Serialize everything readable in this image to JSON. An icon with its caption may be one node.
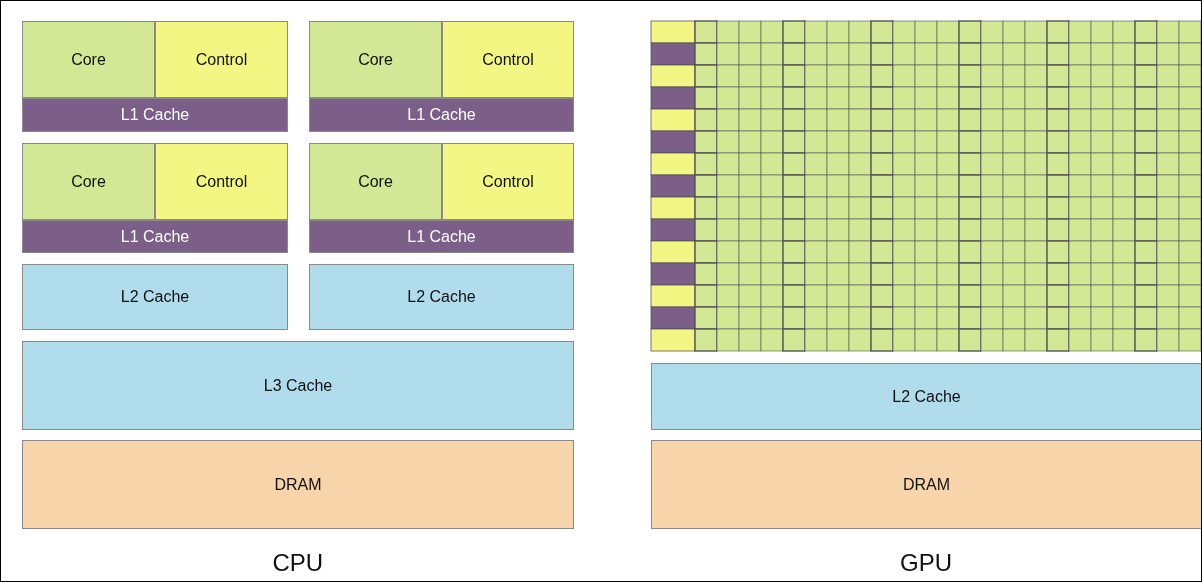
{
  "diagram": {
    "nodes": [
      {
        "text": [
          "Core"
        ]
      },
      {
        "text": [
          "Control"
        ]
      },
      {
        "text": [
          "L1 Cache"
        ]
      },
      {
        "text": [
          "Core"
        ]
      },
      {
        "text": [
          "Control"
        ]
      },
      {
        "text": [
          "L1 Cache"
        ]
      },
      {
        "text": [
          "Core"
        ]
      },
      {
        "text": [
          "Control"
        ]
      },
      {
        "text": [
          "L1 Cache"
        ]
      },
      {
        "text": [
          "Core"
        ]
      },
      {
        "text": [
          "Control"
        ]
      },
      {
        "text": [
          "L1 Cache"
        ]
      },
      {
        "text": [
          "L2 Cache"
        ]
      },
      {
        "text": [
          "L2 Cache"
        ]
      },
      {
        "text": [
          "L3 Cache"
        ]
      },
      {
        "text": [
          "DRAM"
        ]
      },
      {
        "text": [
          "L2 Cache"
        ]
      },
      {
        "text": [
          "DRAM"
        ]
      }
    ],
    "labels": [
      "CPU",
      "GPU"
    ]
  }
}
